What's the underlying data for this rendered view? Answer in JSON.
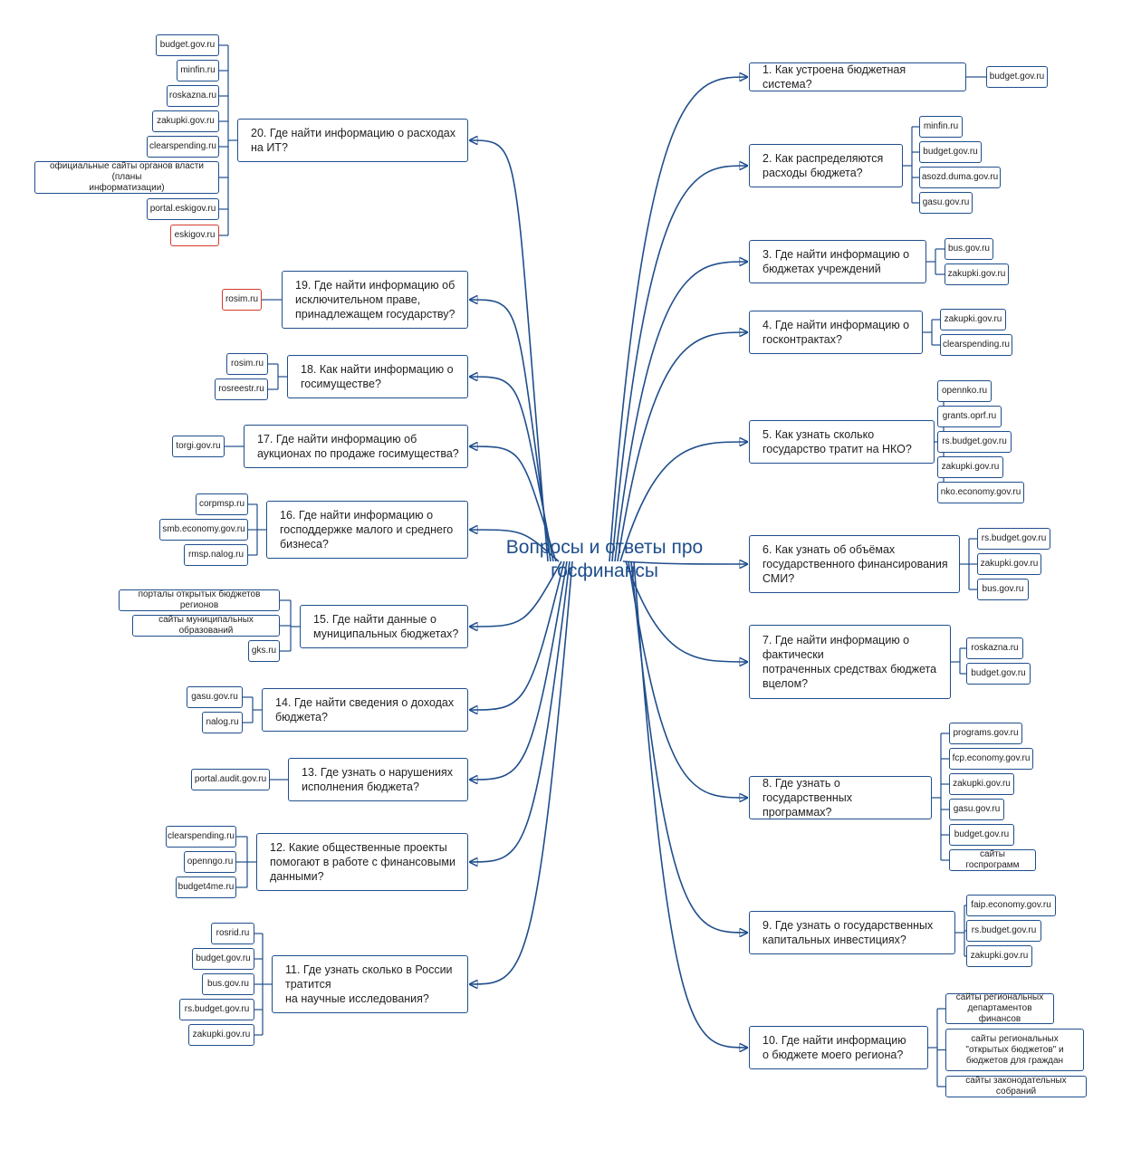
{
  "center": {
    "title": "Вопросы и ответы\nпро госфинансы"
  },
  "questions": [
    {
      "id": 1,
      "label": "1. Как устроена бюджетная система?",
      "sources": [
        "budget.gov.ru"
      ]
    },
    {
      "id": 2,
      "label": "2. Как распределяются\nрасходы бюджета?",
      "sources": [
        "minfin.ru",
        "budget.gov.ru",
        "asozd.duma.gov.ru",
        "gasu.gov.ru"
      ]
    },
    {
      "id": 3,
      "label": "3. Где найти информацию о\nбюджетах учреждений",
      "sources": [
        "bus.gov.ru",
        "zakupki.gov.ru"
      ]
    },
    {
      "id": 4,
      "label": "4. Где найти информацию о\nгосконтрактах?",
      "sources": [
        "zakupki.gov.ru",
        "clearspending.ru"
      ]
    },
    {
      "id": 5,
      "label": "5. Как узнать сколько\nгосударство тратит на НКО?",
      "sources": [
        "opennko.ru",
        "grants.oprf.ru",
        "rs.budget.gov.ru",
        "zakupki.gov.ru",
        "nko.economy.gov.ru"
      ]
    },
    {
      "id": 6,
      "label": "6. Как узнать об объёмах\nгосударственного финансирования\nСМИ?",
      "sources": [
        "rs.budget.gov.ru",
        "zakupki.gov.ru",
        "bus.gov.ru"
      ]
    },
    {
      "id": 7,
      "label": "7. Где найти информацию о\nфактически\nпотраченных средствах бюджета\nвцелом?",
      "sources": [
        "roskazna.ru",
        "budget.gov.ru"
      ]
    },
    {
      "id": 8,
      "label": "8. Где узнать о\nгосударственных программах?",
      "sources": [
        "programs.gov.ru",
        "fcp.economy.gov.ru",
        "zakupki.gov.ru",
        "gasu.gov.ru",
        "budget.gov.ru",
        "сайты госпрограмм"
      ]
    },
    {
      "id": 9,
      "label": "9. Где узнать о государственных\nкапитальных инвестициях?",
      "sources": [
        "faip.economy.gov.ru",
        "rs.budget.gov.ru",
        "zakupki.gov.ru"
      ]
    },
    {
      "id": 10,
      "label": "10. Где найти информацию\nо бюджете моего региона?",
      "sources": [
        "сайты региональных\nдепартаментов финансов",
        "сайты региональных\n\"открытых бюджетов\" и\nбюджетов для граждан",
        "сайты законодательных собраний"
      ]
    },
    {
      "id": 11,
      "label": "11. Где узнать сколько в России\nтратится\nна научные исследования?",
      "sources": [
        "rosrid.ru",
        "budget.gov.ru",
        "bus.gov.ru",
        "rs.budget.gov.ru",
        "zakupki.gov.ru"
      ]
    },
    {
      "id": 12,
      "label": "12. Какие общественные проекты\nпомогают в работе с финансовыми\nданными?",
      "sources": [
        "clearspending.ru",
        "openngo.ru",
        "budget4me.ru"
      ]
    },
    {
      "id": 13,
      "label": "13. Где узнать о нарушениях\nисполнения бюджета?",
      "sources": [
        "portal.audit.gov.ru"
      ]
    },
    {
      "id": 14,
      "label": "14. Где найти сведения о доходах\nбюджета?",
      "sources": [
        "gasu.gov.ru",
        "nalog.ru"
      ]
    },
    {
      "id": 15,
      "label": "15. Где найти данные о\nмуниципальных бюджетах?",
      "sources": [
        "порталы открытых бюджетов регионов",
        "сайты муниципальных образований",
        "gks.ru"
      ]
    },
    {
      "id": 16,
      "label": "16. Где найти информацию о\nгосподдержке малого и среднего\nбизнеса?",
      "sources": [
        "corpmsp.ru",
        "smb.economy.gov.ru",
        "rmsp.nalog.ru"
      ]
    },
    {
      "id": 17,
      "label": "17. Где найти информацию об\nаукционах по продаже госимущества?",
      "sources": [
        "torgi.gov.ru"
      ]
    },
    {
      "id": 18,
      "label": "18. Как найти информацию о\nгосимуществе?",
      "sources": [
        "rosim.ru",
        "rosreestr.ru"
      ]
    },
    {
      "id": 19,
      "label": "19. Где найти информацию об\nисключительном праве,\nпринадлежащем государству?",
      "sources": [
        "rosim.ru"
      ]
    },
    {
      "id": 20,
      "label": "20. Где найти информацию о расходах\nна ИТ?",
      "sources": [
        "budget.gov.ru",
        "minfin.ru",
        "roskazna.ru",
        "zakupki.gov.ru",
        "clearspending.ru",
        "официальные сайты органов власти (планы\nинформатизации)",
        "portal.eskigov.ru",
        "eskigov.ru"
      ]
    }
  ],
  "colors": {
    "line": "#1f4e8c",
    "highlight_border": "#d23a2c"
  },
  "highlighted_sources": [
    "19.0",
    "20.7"
  ]
}
